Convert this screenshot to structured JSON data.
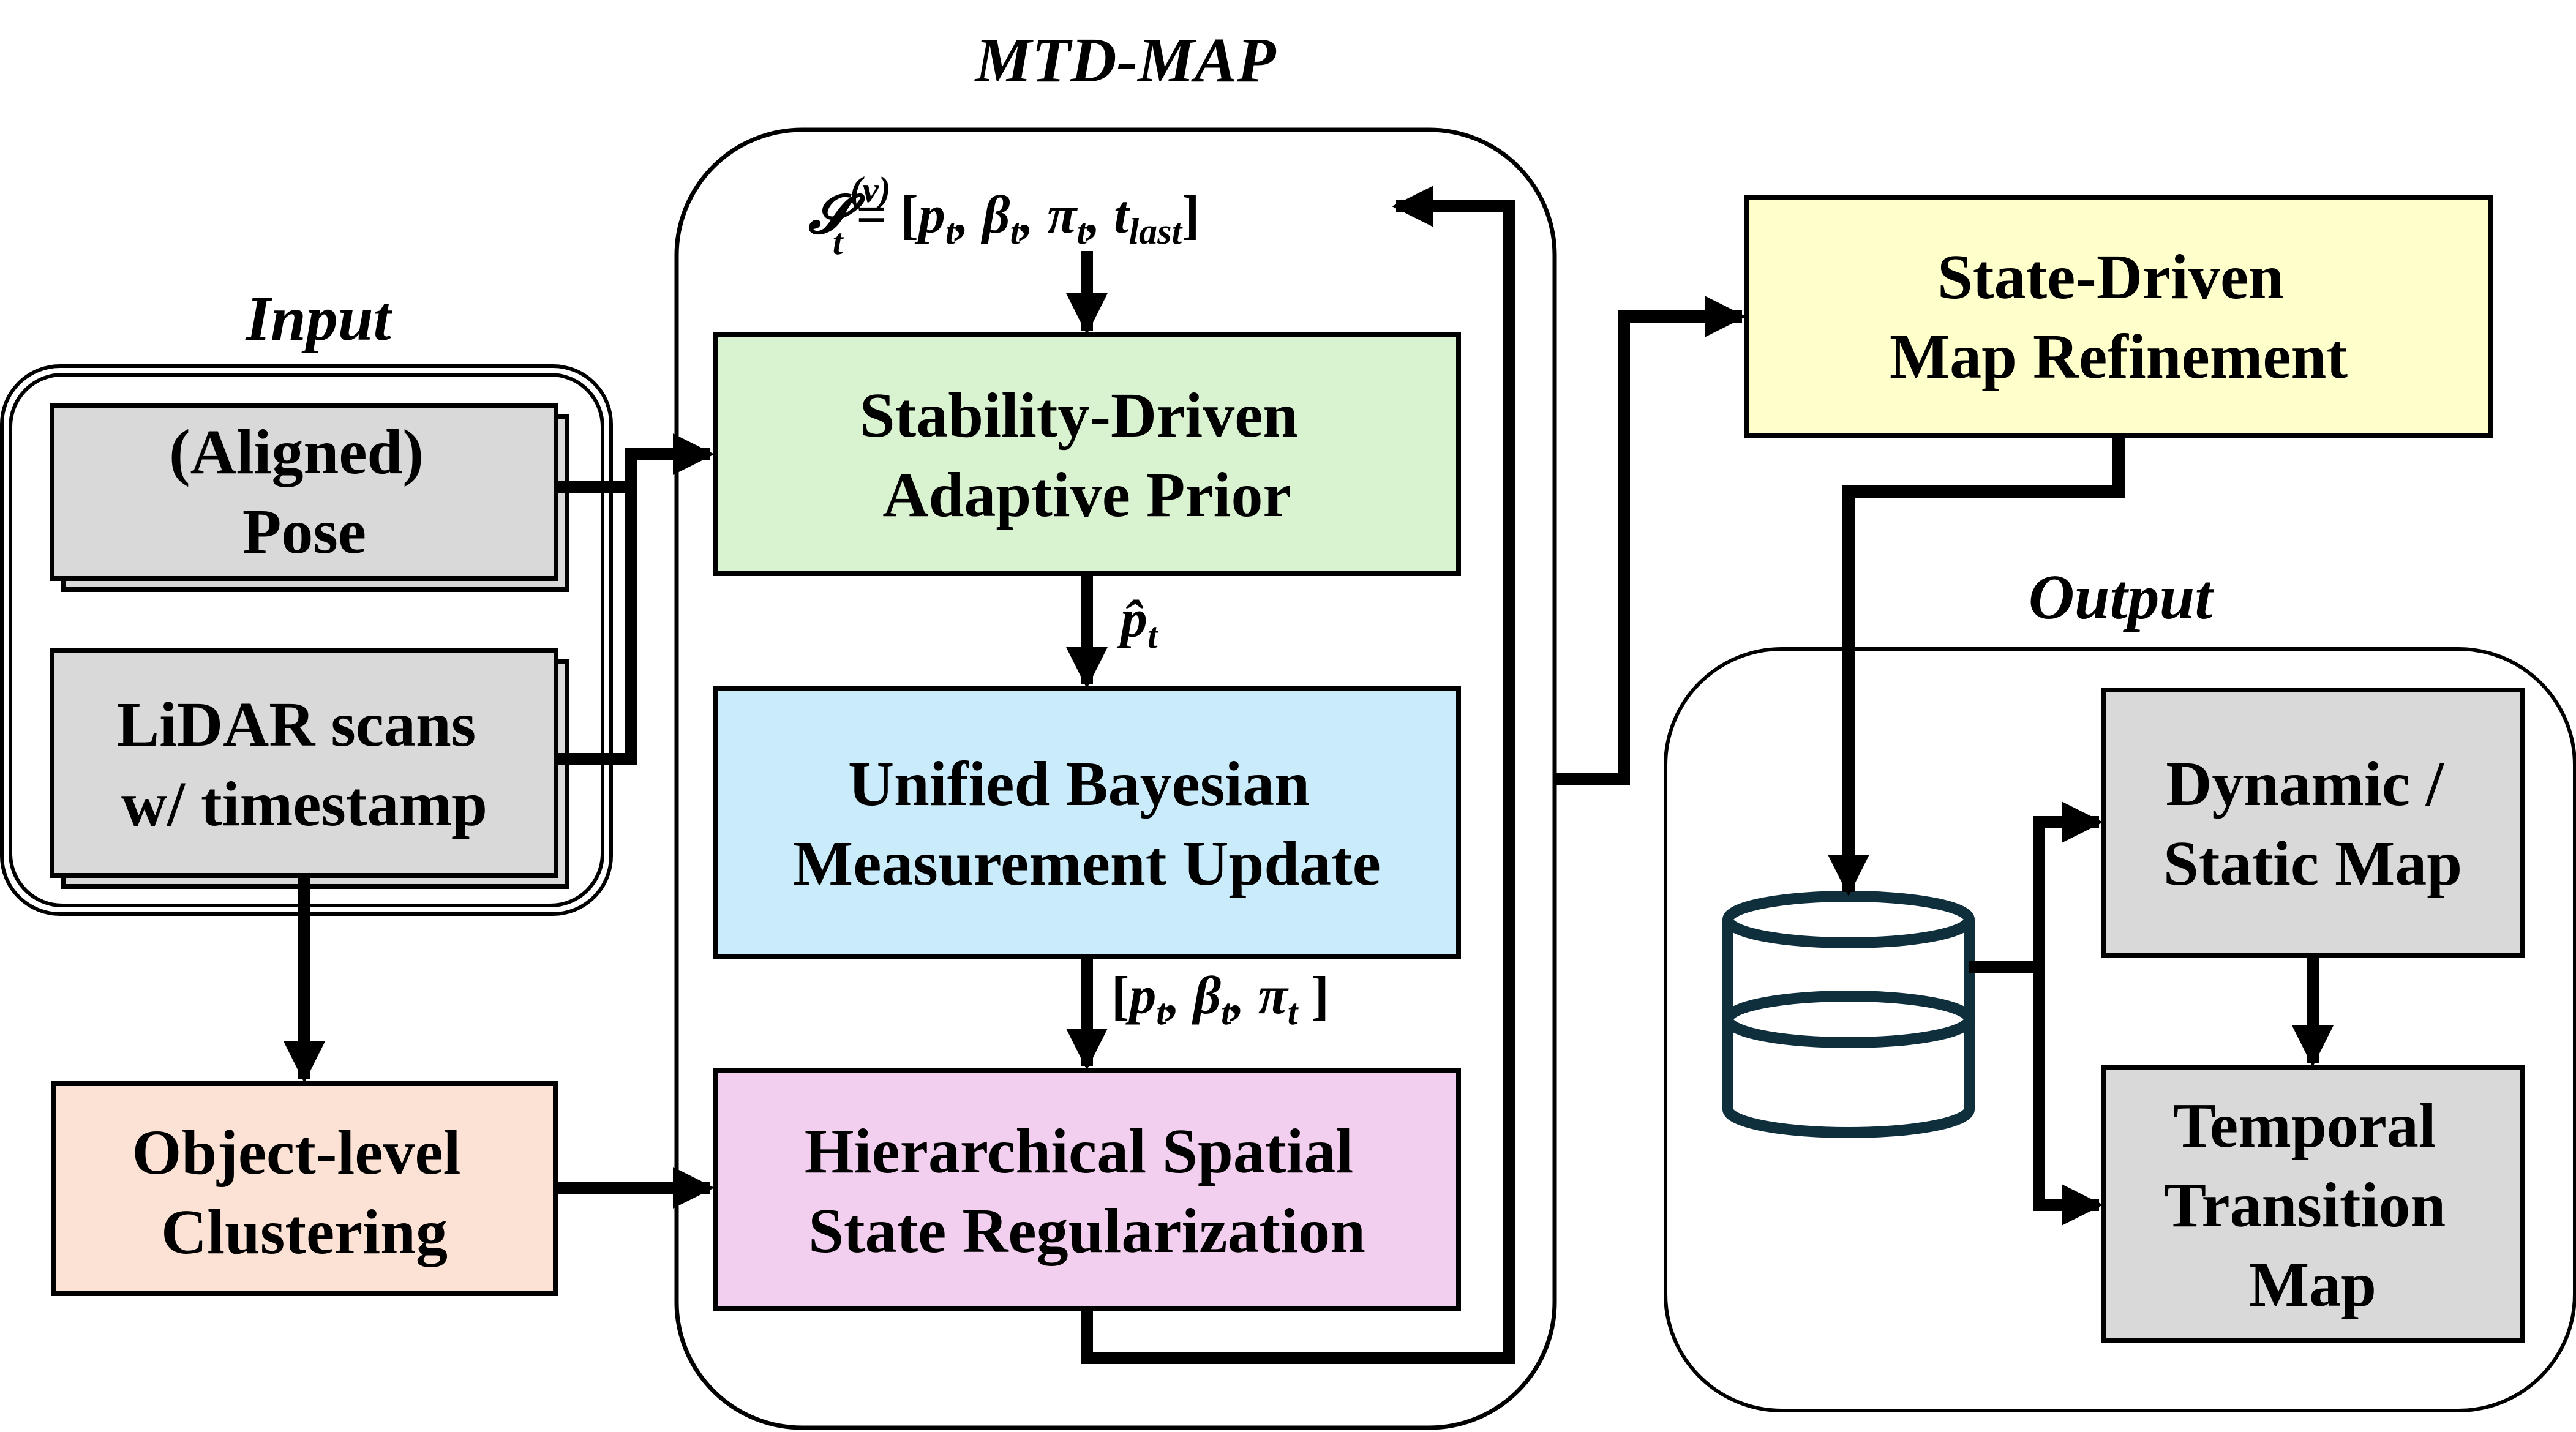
{
  "titles": {
    "mtd_map": "MTD-MAP",
    "input": "Input",
    "output": "Output"
  },
  "inputs": {
    "pose": [
      "(Aligned)",
      "Pose"
    ],
    "lidar": [
      "LiDAR scans",
      "w/ timestamp"
    ]
  },
  "clustering": [
    "Object-level",
    "Clustering"
  ],
  "modules": {
    "prior": [
      "Stability-Driven",
      "Adaptive Prior"
    ],
    "update": [
      "Unified Bayesian",
      "Measurement Update"
    ],
    "regularization": [
      "Hierarchical Spatial",
      "State Regularization"
    ]
  },
  "refinement": [
    "State-Driven",
    "Map Refinement"
  ],
  "outputs": {
    "dynamic_static": [
      "Dynamic /",
      "Static Map"
    ],
    "transition": [
      "Temporal",
      "Transition",
      "Map"
    ]
  },
  "formulas": {
    "state": {
      "symbol": "𝓢",
      "sub": "t",
      "sup": "(v)",
      "rhs_open": " = [",
      "p": "p",
      "p_sub": "t",
      "beta": "β",
      "beta_sub": "t",
      "pi": "π",
      "pi_sub": "t",
      "t": "t",
      "t_sub": "last",
      "close": "]",
      "comma": ", "
    },
    "phat": {
      "symbol": "p̂",
      "sub": "t"
    },
    "triple": {
      "open": "[",
      "p": "p",
      "p_sub": "t",
      "beta": "β",
      "beta_sub": "t",
      "pi": "π",
      "pi_sub": "t",
      "close": " ]",
      "comma": ", "
    }
  },
  "colors": {
    "prior_fill": "#d9f2d0",
    "update_fill": "#caebf9",
    "regularization_fill": "#f2cfee",
    "clustering_fill": "#fbe2d5",
    "refinement_fill": "#ffffcc",
    "gray_fill": "#d9d9d9",
    "database_stroke": "#0f2f3d"
  }
}
